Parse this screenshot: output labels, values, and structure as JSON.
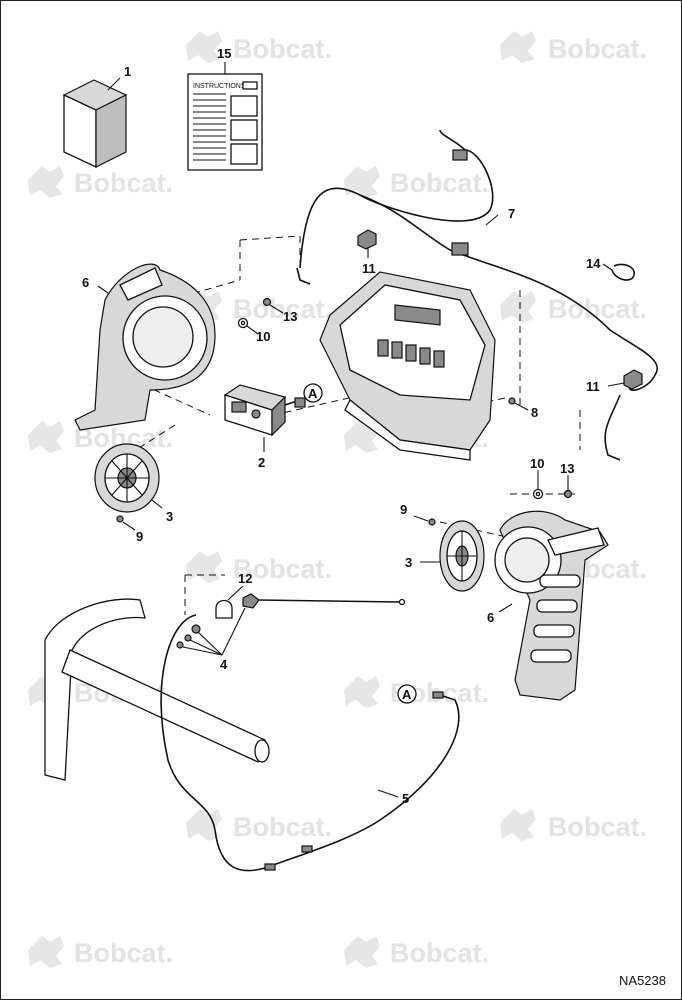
{
  "watermark": "Bobcat.",
  "instructions_sheet": {
    "title": "INSTRUCTIONS"
  },
  "drawing_code": "NA5238",
  "callouts": [
    {
      "id": "c1",
      "label": "1"
    },
    {
      "id": "c15",
      "label": "15"
    },
    {
      "id": "c7",
      "label": "7"
    },
    {
      "id": "c14",
      "label": "14"
    },
    {
      "id": "c6a",
      "label": "6"
    },
    {
      "id": "c11a",
      "label": "11"
    },
    {
      "id": "c13a",
      "label": "13"
    },
    {
      "id": "c10a",
      "label": "10"
    },
    {
      "id": "cAa",
      "label": "A"
    },
    {
      "id": "c8",
      "label": "8"
    },
    {
      "id": "c11b",
      "label": "11"
    },
    {
      "id": "c2",
      "label": "2"
    },
    {
      "id": "c3a",
      "label": "3"
    },
    {
      "id": "c9a",
      "label": "9"
    },
    {
      "id": "c10b",
      "label": "10"
    },
    {
      "id": "c13b",
      "label": "13"
    },
    {
      "id": "c9b",
      "label": "9"
    },
    {
      "id": "c3b",
      "label": "3"
    },
    {
      "id": "c6b",
      "label": "6"
    },
    {
      "id": "c12",
      "label": "12"
    },
    {
      "id": "c4",
      "label": "4"
    },
    {
      "id": "cAb",
      "label": "A"
    },
    {
      "id": "c5",
      "label": "5"
    }
  ]
}
